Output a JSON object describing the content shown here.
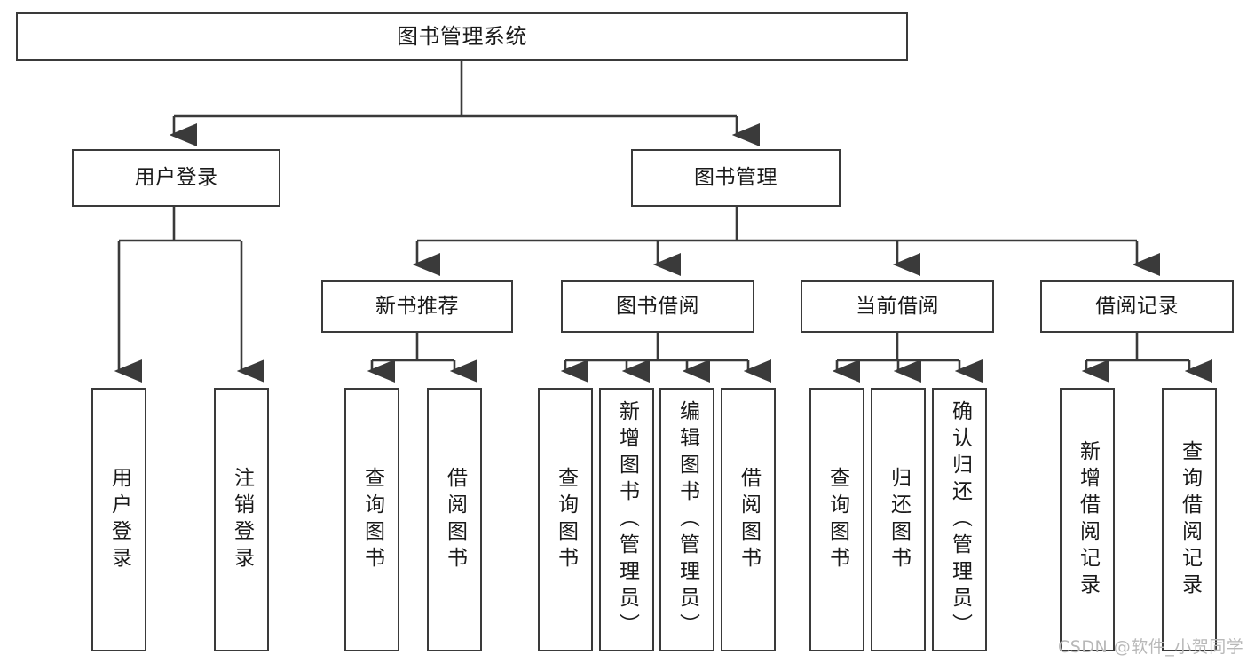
{
  "diagram": {
    "type": "tree-hierarchy",
    "title": "图书管理系统",
    "watermark": "CSDN @软件_小贺同学",
    "colors": {
      "box_border": "#3a3a3a",
      "box_fill": "#ffffff",
      "connector": "#3a3a3a",
      "text": "#1a1a1a",
      "watermark": "#b8b8b8",
      "background": "#ffffff"
    },
    "nodes": {
      "root": {
        "label": "图书管理系统"
      },
      "level2": [
        {
          "label": "用户登录"
        },
        {
          "label": "图书管理"
        }
      ],
      "level3": [
        {
          "label": "新书推荐"
        },
        {
          "label": "图书借阅"
        },
        {
          "label": "当前借阅"
        },
        {
          "label": "借阅记录"
        }
      ],
      "leaves": {
        "user_login": [
          {
            "label": "用户登录"
          },
          {
            "label": "注销登录"
          }
        ],
        "new_book_recommend": [
          {
            "label": "查询图书"
          },
          {
            "label": "借阅图书"
          }
        ],
        "book_borrow": [
          {
            "label": "查询图书"
          },
          {
            "label": "新增图书（管理员）"
          },
          {
            "label": "编辑图书（管理员）"
          },
          {
            "label": "借阅图书"
          }
        ],
        "current_borrow": [
          {
            "label": "查询图书"
          },
          {
            "label": "归还图书"
          },
          {
            "label": "确认归还（管理员）"
          }
        ],
        "borrow_records": [
          {
            "label": "新增借阅记录"
          },
          {
            "label": "查询借阅记录"
          }
        ]
      }
    }
  }
}
